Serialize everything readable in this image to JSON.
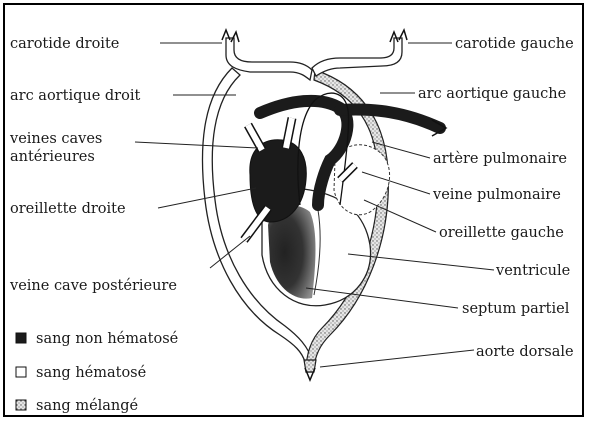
{
  "labels": {
    "carotide_droite": "carotide droite",
    "carotide_gauche": "carotide gauche",
    "arc_aortique_droit": "arc aortique droit",
    "arc_aortique_gauche": "arc aortique gauche",
    "veines_caves_line1": "veines caves",
    "veines_caves_line2": "antérieures",
    "artere_pulmonaire": "artère pulmonaire",
    "veine_pulmonaire": "veine pulmonaire",
    "oreillette_droite": "oreillette droite",
    "oreillette_gauche": "oreillette gauche",
    "ventricule": "ventricule",
    "veine_cave_posterieure": "veine cave postérieure",
    "septum_partiel": "septum partiel",
    "aorte_dorsale": "aorte dorsale"
  },
  "legend": [
    {
      "swatch": "dark",
      "label": "sang non hématosé"
    },
    {
      "swatch": "white",
      "label": "sang hématosé"
    },
    {
      "swatch": "mixed",
      "label": "sang mélangé"
    }
  ],
  "colors": {
    "non_hematose": "#1b1b1b",
    "hematose": "#ffffff",
    "melange": "#9a9a9a"
  }
}
